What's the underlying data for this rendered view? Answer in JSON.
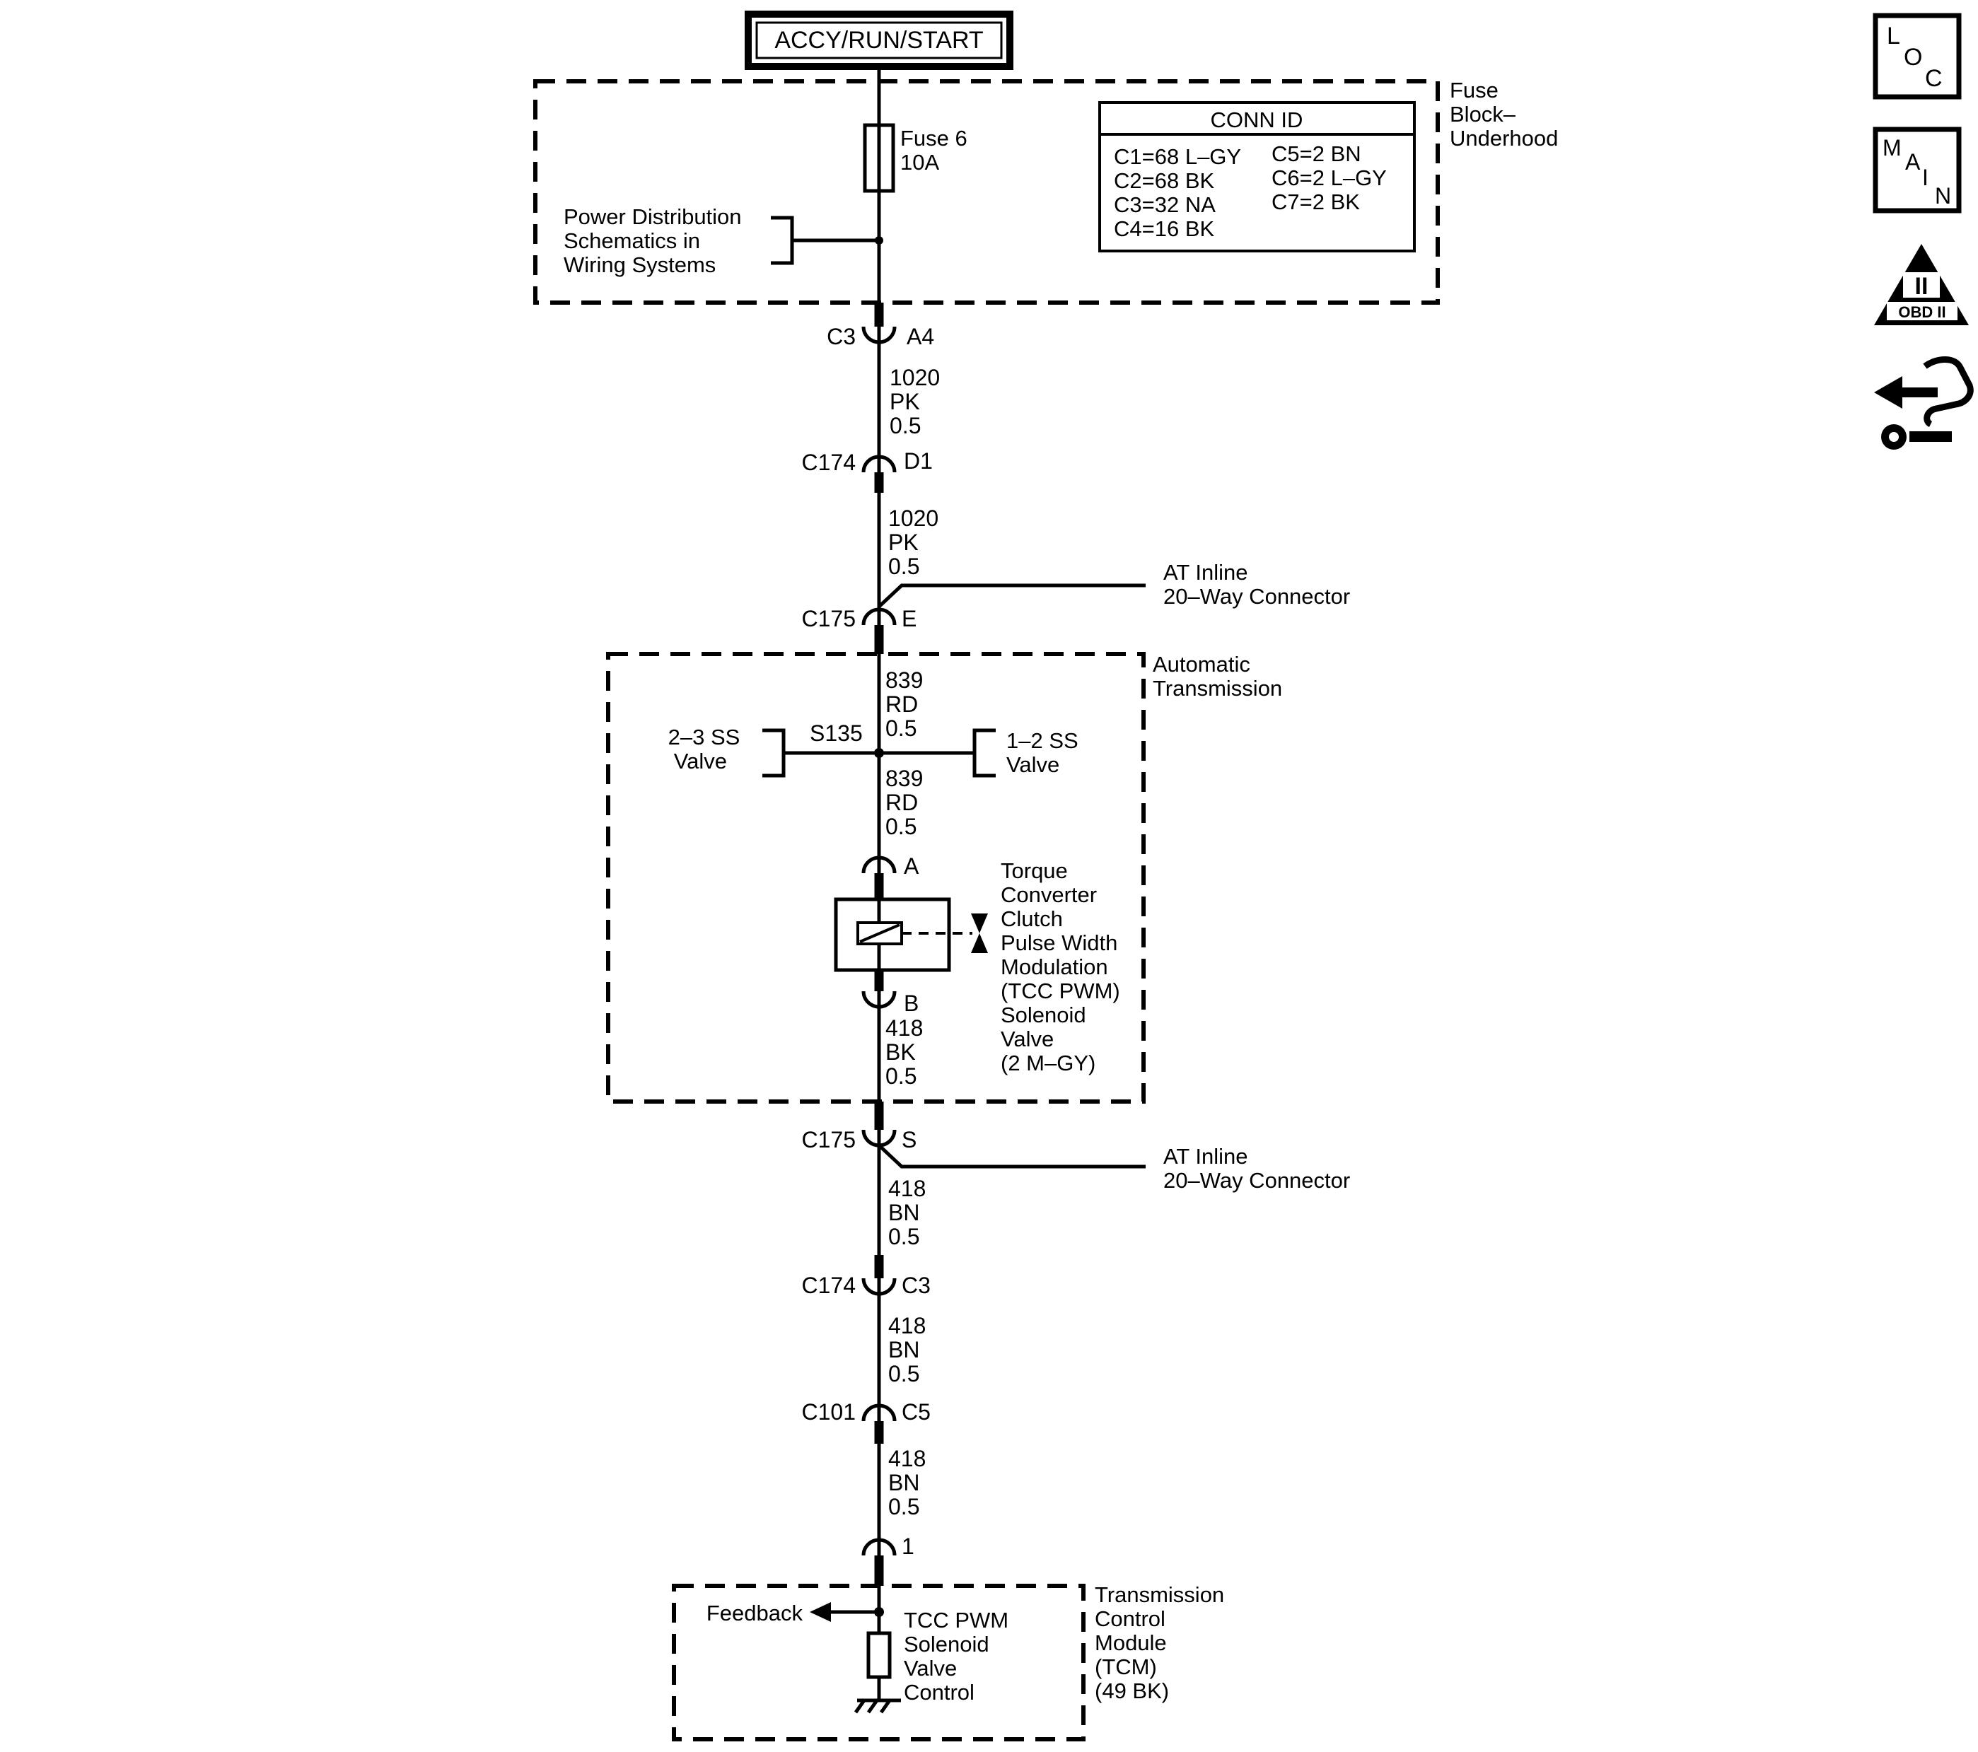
{
  "power_source": "ACCY/RUN/START",
  "fuse_block": {
    "label_lines": [
      "Fuse",
      "Block–",
      "Underhood"
    ],
    "fuse_lines": [
      "Fuse 6",
      "10A"
    ],
    "power_dist_lines": [
      "Power Distribution",
      "Schematics in",
      "Wiring Systems"
    ],
    "conn_id": {
      "title": "CONN ID",
      "left": [
        "C1=68 L–GY",
        "C2=68 BK",
        "C3=32 NA",
        "C4=16 BK"
      ],
      "right": [
        "C5=2 BN",
        "C6=2 L–GY",
        "C7=2 BK"
      ]
    }
  },
  "connectors": [
    {
      "id": "C3",
      "pin": "A4"
    },
    {
      "id": "C174",
      "pin": "D1"
    },
    {
      "id": "C175",
      "pin": "E"
    },
    {
      "id": "C175",
      "pin": "S"
    },
    {
      "id": "C174",
      "pin": "C3"
    },
    {
      "id": "C101",
      "pin": "C5"
    },
    {
      "id": "",
      "pin": "1"
    }
  ],
  "wires": [
    [
      "1020",
      "PK",
      "0.5"
    ],
    [
      "1020",
      "PK",
      "0.5"
    ],
    [
      "839",
      "RD",
      "0.5"
    ],
    [
      "839",
      "RD",
      "0.5"
    ],
    [
      "418",
      "BK",
      "0.5"
    ],
    [
      "418",
      "BN",
      "0.5"
    ],
    [
      "418",
      "BN",
      "0.5"
    ],
    [
      "418",
      "BN",
      "0.5"
    ]
  ],
  "inline_connector_lines": [
    "AT Inline",
    "20–Way Connector"
  ],
  "automatic_transmission": {
    "label_lines": [
      "Automatic",
      "Transmission"
    ],
    "splice": "S135",
    "left_valve_lines": [
      "2–3 SS",
      "Valve"
    ],
    "right_valve_lines": [
      "1–2 SS",
      "Valve"
    ],
    "solenoid": {
      "pin_top": "A",
      "pin_bottom": "B",
      "label_lines": [
        "Torque",
        "Converter",
        "Clutch",
        "Pulse Width",
        "Modulation",
        "(TCC PWM)",
        "Solenoid",
        "Valve",
        "(2 M–GY)"
      ]
    }
  },
  "tcm": {
    "label_lines": [
      "Transmission",
      "Control",
      "Module",
      "(TCM)",
      "(49 BK)"
    ],
    "feedback": "Feedback",
    "control_lines": [
      "TCC PWM",
      "Solenoid",
      "Valve",
      "Control"
    ]
  },
  "nav_icons": [
    {
      "name": "loc-icon",
      "letters": [
        "L",
        "O",
        "C"
      ]
    },
    {
      "name": "main-icon",
      "letters": [
        "M",
        "A",
        "I",
        "N"
      ]
    },
    {
      "name": "obd-ii-icon",
      "letters": [
        "II",
        "OBD II"
      ]
    },
    {
      "name": "hand-tool-icon",
      "letters": []
    }
  ]
}
